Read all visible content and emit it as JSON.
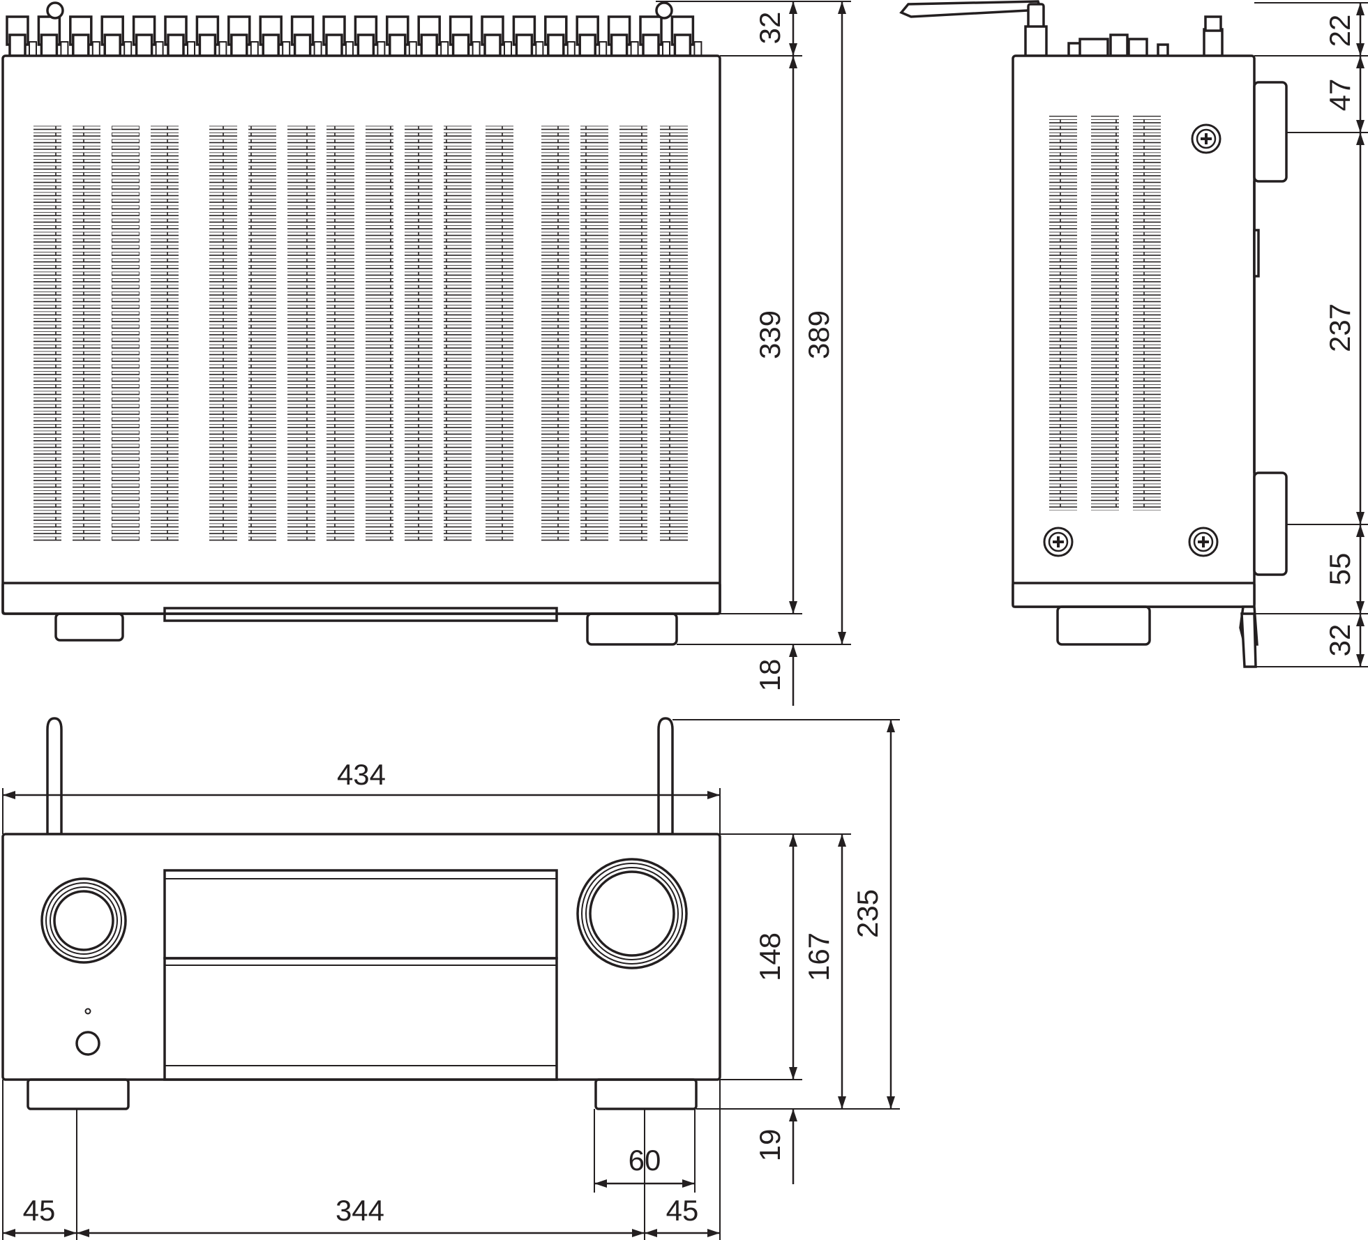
{
  "units": "mm",
  "views": {
    "top": {
      "dims": {
        "rear_protrusion": "32",
        "body_depth": "339",
        "overall_depth": "389",
        "front_protrusion": "18"
      }
    },
    "side": {
      "dims": {
        "top_clearance": "22",
        "upper_foot": "47",
        "foot_spacing": "237",
        "lower_foot": "55",
        "bottom_extent": "32"
      }
    },
    "front": {
      "dims": {
        "width": "434",
        "body_height": "148",
        "height_with_feet": "167",
        "height_with_antenna": "235",
        "foot_height": "19",
        "foot_width": "60",
        "left_offset": "45",
        "foot_spacing": "344",
        "right_offset": "45"
      }
    }
  }
}
